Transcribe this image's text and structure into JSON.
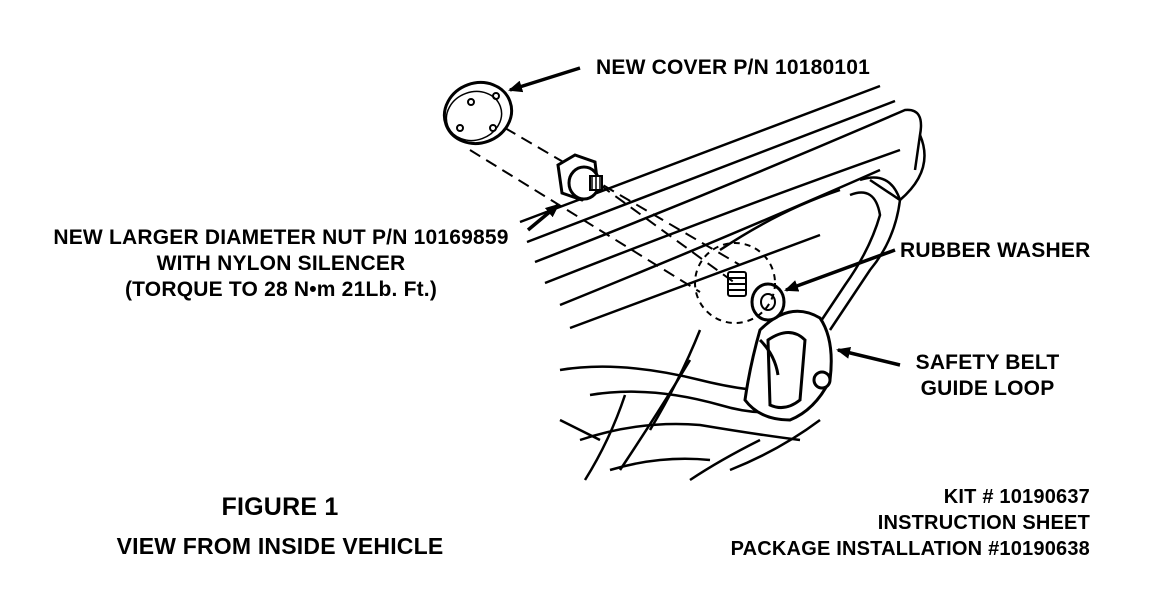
{
  "callouts": {
    "cover": "NEW COVER P/N 10180101",
    "nut": {
      "line1": "NEW LARGER DIAMETER NUT P/N 10169859",
      "line2": "WITH NYLON SILENCER",
      "line3": "(TORQUE TO 28 N•m 21Lb. Ft.)"
    },
    "washer": "RUBBER WASHER",
    "guide_loop": {
      "line1": "SAFETY BELT",
      "line2": "GUIDE LOOP"
    }
  },
  "figure": {
    "title": "FIGURE 1",
    "subtitle": "VIEW FROM INSIDE VEHICLE"
  },
  "kit": {
    "line1": "KIT # 10190637",
    "line2": "INSTRUCTION SHEET",
    "line3": "PACKAGE INSTALLATION #10190638"
  }
}
